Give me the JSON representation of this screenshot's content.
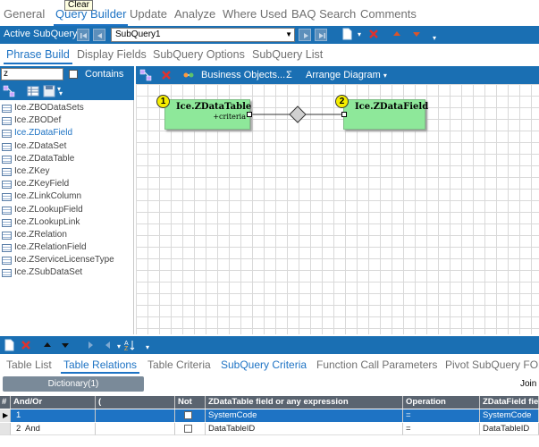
{
  "tooltip": "Clear",
  "top_tabs": [
    "General",
    "Query Builder",
    "Update",
    "Analyze",
    "Where Used",
    "BAQ Search",
    "Comments"
  ],
  "subquery_bar": {
    "label": "Active SubQuery:",
    "selected": "SubQuery1"
  },
  "sub_tabs": [
    "Phrase Build",
    "Display Fields",
    "SubQuery Options",
    "SubQuery List"
  ],
  "search": {
    "value": "z",
    "contains_label": "Contains",
    "contains_checked": false
  },
  "tree_items": [
    "Ice.ZBODataSets",
    "Ice.ZBODef",
    "Ice.ZDataField",
    "Ice.ZDataSet",
    "Ice.ZDataTable",
    "Ice.ZKey",
    "Ice.ZKeyField",
    "Ice.ZLinkColumn",
    "Ice.ZLookupField",
    "Ice.ZLookupLink",
    "Ice.ZRelation",
    "Ice.ZRelationField",
    "Ice.ZServiceLicenseType",
    "Ice.ZSubDataSet"
  ],
  "selected_tree_item": "Ice.ZDataField",
  "diagram_toolbar": {
    "business_objects": "Business Objects...",
    "sigma": "Σ",
    "arrange": "Arrange Diagram"
  },
  "diagram": {
    "entity1": {
      "badge": "1",
      "name": "Ice.ZDataTable",
      "criteria": "+criteria"
    },
    "entity2": {
      "badge": "2",
      "name": "Ice.ZDataField"
    }
  },
  "bottom_tabs": [
    "Table List",
    "Table Relations",
    "Table Criteria",
    "SubQuery Criteria",
    "Function Call Parameters",
    "Pivot SubQuery FOR"
  ],
  "dict_tab": "Dictionary(1)",
  "join_label": "Join",
  "grid": {
    "headers": [
      "#",
      "And/Or",
      "(",
      "Not",
      "ZDataTable field or any expression",
      "Operation",
      "ZDataField field"
    ],
    "rows": [
      {
        "num": "1",
        "andor": "",
        "paren": "",
        "not": false,
        "field": "SystemCode",
        "op": "=",
        "right": "SystemCode"
      },
      {
        "num": "2",
        "andor": "And",
        "paren": "",
        "not": false,
        "field": "DataTableID",
        "op": "=",
        "right": "DataTableID"
      }
    ]
  },
  "colors": {
    "accent": "#1e73c4",
    "toolbar": "#1a6fb3",
    "entity": "#8ee89a",
    "badge": "#f5ee00"
  }
}
